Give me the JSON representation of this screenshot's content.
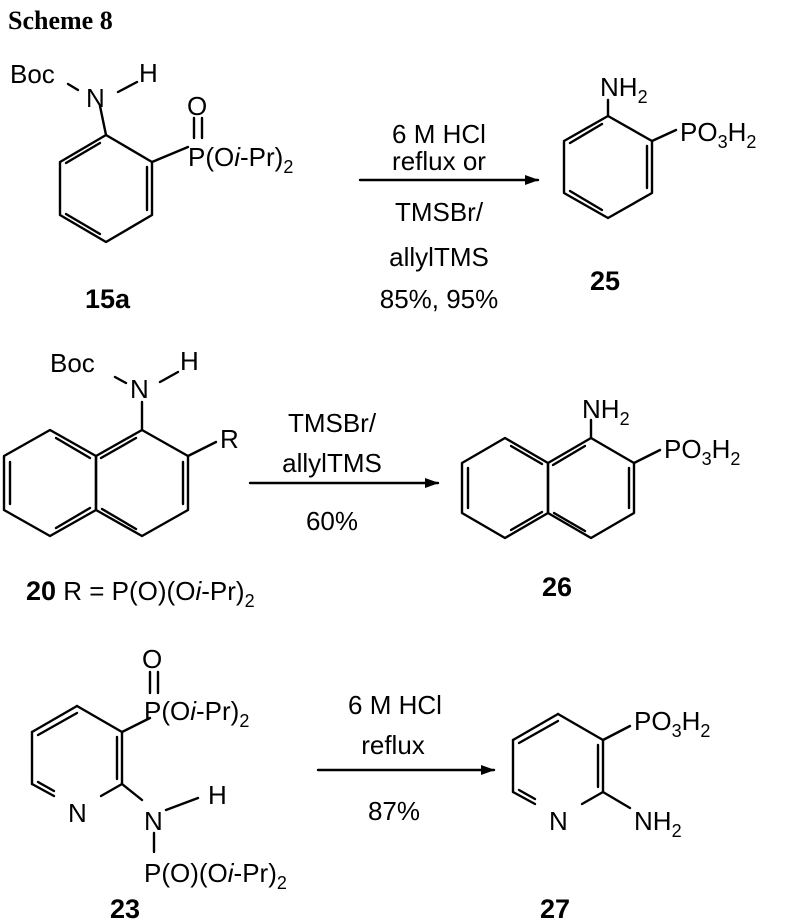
{
  "title": "Scheme 8",
  "reactions": [
    {
      "start": {
        "number": "15a",
        "groups": {
          "boc": "Boc",
          "n": "N",
          "h": "H",
          "o": "O",
          "p_main": "P(O",
          "p_italic": "i",
          "p_tail": "-Pr)",
          "p_sub": "2"
        }
      },
      "conditions": [
        "6 M HCl",
        "reflux or",
        "TMSBr/",
        "allylTMS",
        "85%, 95%"
      ],
      "product": {
        "number": "25",
        "groups": {
          "nh": "NH",
          "nh_sub": "2",
          "po": "PO",
          "po_sub1": "3",
          "po_h": "H",
          "po_sub2": "2"
        }
      }
    },
    {
      "start": {
        "number": "20",
        "r_def": {
          "pre": " R = P(O)(O",
          "italic": "i",
          "tail": "-Pr)",
          "sub": "2"
        },
        "groups": {
          "boc": "Boc",
          "n": "N",
          "h": "H",
          "r": "R"
        }
      },
      "conditions": [
        "TMSBr/",
        "allylTMS",
        "60%"
      ],
      "product": {
        "number": "26",
        "groups": {
          "nh": "NH",
          "nh_sub": "2",
          "po": "PO",
          "po_sub1": "3",
          "po_h": "H",
          "po_sub2": "2"
        }
      }
    },
    {
      "start": {
        "number": "23",
        "groups": {
          "o": "O",
          "p_main": "P(O",
          "p_italic": "i",
          "p_tail": "-Pr)",
          "p_sub": "2",
          "n_ring": "N",
          "n": "N",
          "h": "H",
          "p2_main": "P(O)(O",
          "p2_italic": "i",
          "p2_tail": "-Pr)",
          "p2_sub": "2"
        }
      },
      "conditions": [
        "6 M HCl",
        "reflux",
        "87%"
      ],
      "product": {
        "number": "27",
        "groups": {
          "n_ring": "N",
          "po": "PO",
          "po_sub1": "3",
          "po_h": "H",
          "po_sub2": "2",
          "nh": "NH",
          "nh_sub": "2"
        }
      }
    }
  ]
}
